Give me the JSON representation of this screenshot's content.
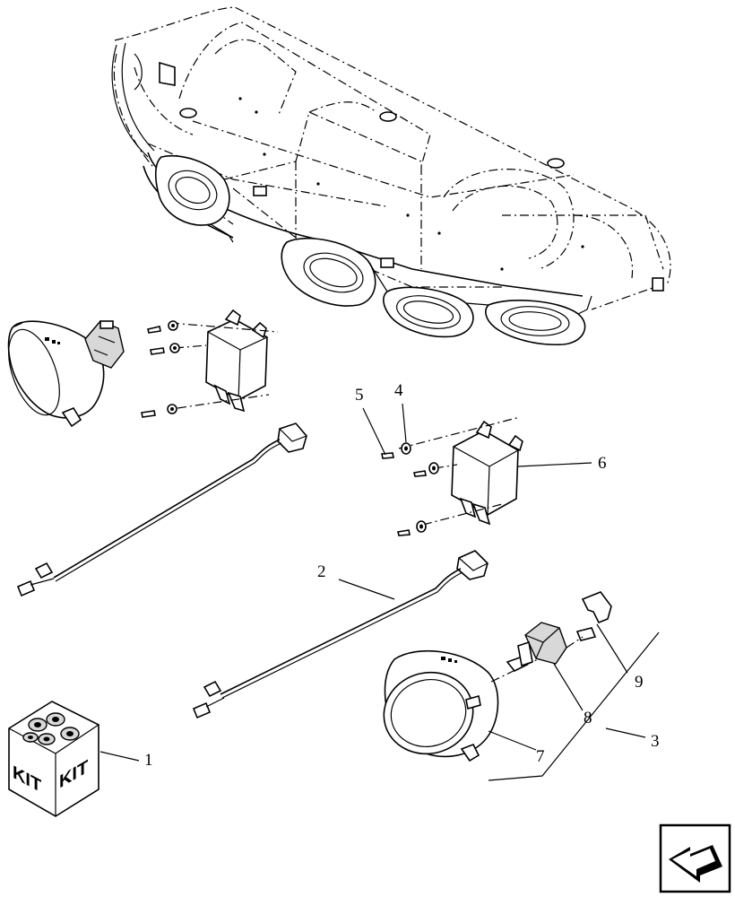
{
  "callouts": {
    "c1": "1",
    "c2": "2",
    "c3": "3",
    "c4": "4",
    "c5": "5",
    "c6": "6",
    "c7": "7",
    "c8": "8",
    "c9": "9"
  },
  "kit_box": {
    "left_label": "KIT",
    "right_label": "KIT"
  },
  "nav": {
    "icon": "next-page-arrow-icon"
  }
}
